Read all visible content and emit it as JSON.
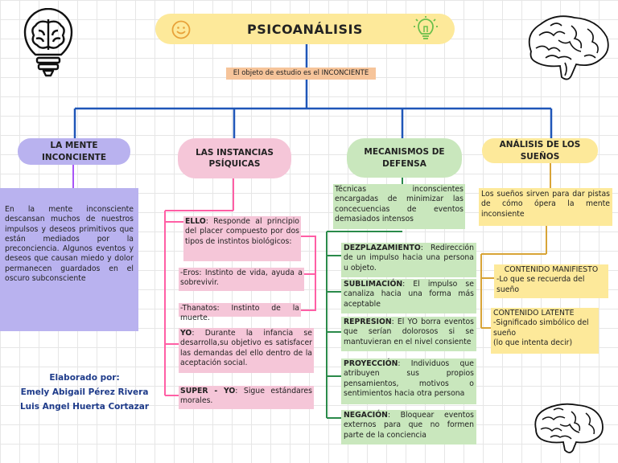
{
  "title": "PSICOANÁLISIS",
  "subtitle": "El objeto de estudio es el INCONCIENTE",
  "colors": {
    "blue_line": "#1f56b8",
    "purple": "#b9b2ef",
    "pink": "#f5c6d8",
    "pink_line": "#ff5fa5",
    "green": "#c9e7bd",
    "green_line": "#2a8a4a",
    "yellow": "#fde99a",
    "gold_line": "#d8a437",
    "salmon": "#f6c49a"
  },
  "branches": {
    "mente": {
      "label": "LA MENTE INCONCIENTE",
      "text": "En la mente inconsciente descansan muchos de nuestros impulsos y deseos primitivos que están mediados por la preconciencia. Algunos eventos y deseos que causan miedo y dolor permanecen guardados en el oscuro subconsciente"
    },
    "instancias": {
      "label": "LAS INSTANCIAS PSÍQUICAS",
      "items": [
        {
          "term": "ELLO",
          "text": ": Responde al principio del placer compuesto por dos tipos de instintos biológicos:"
        },
        {
          "term": "",
          "text": "-Eros: Instinto de vida, ayuda a sobrevivir."
        },
        {
          "term": "",
          "text": "-Thanatos: Instinto de la muerte."
        },
        {
          "term": "YO",
          "text": ": Durante la infancia se desarrolla,su objetivo es satisfacer las demandas del ello dentro de la aceptación social."
        },
        {
          "term": "SUPER - YO",
          "text": ": Sigue estándares morales."
        }
      ]
    },
    "mecanismos": {
      "label": "MECANISMOS DE DEFENSA",
      "intro": "Técnicas inconscientes encargadas de minimizar las concecuencias de eventos demasiados intensos",
      "items": [
        {
          "term": "DEZPLAZAMIENTO",
          "text": ": Redirección de un impulso hacia una persona u objeto."
        },
        {
          "term": "SUBLIMACIÓN",
          "text": ": El impulso se canaliza hacia una forma más aceptable"
        },
        {
          "term": "REPRESION",
          "text": ": El YO borra eventos que serían dolorosos si se mantuvieran en el nivel consiente"
        },
        {
          "term": "PROYECCIÓN",
          "text": ": Individuos que atribuyen sus propios pensamientos, motivos o sentimientos hacia otra persona"
        },
        {
          "term": "NEGACIÓN",
          "text": ": Bloquear eventos externos para que no formen parte de la conciencia"
        }
      ]
    },
    "suenos": {
      "label": "ANÁLISIS DE LOS SUEÑOS",
      "intro": "Los sueños sirven para dar pistas de cómo ópera la mente inconsiente",
      "manifiesto": {
        "title": "CONTENIDO MANIFIESTO",
        "text": "-Lo que se recuerda del sueño"
      },
      "latente": {
        "title": "CONTENIDO LATENTE",
        "text": "-Significado simbólico del sueño",
        "note": "(lo que intenta decir)"
      }
    }
  },
  "credits": {
    "heading": "Elaborado por:",
    "author1": "Emely Abigail Pérez Rivera",
    "author2": "Luis Angel Huerta Cortazar"
  },
  "icons": [
    "lightbulb-brain-icon",
    "smiley-icon",
    "idea-lightbulb-icon",
    "brain-icon"
  ]
}
